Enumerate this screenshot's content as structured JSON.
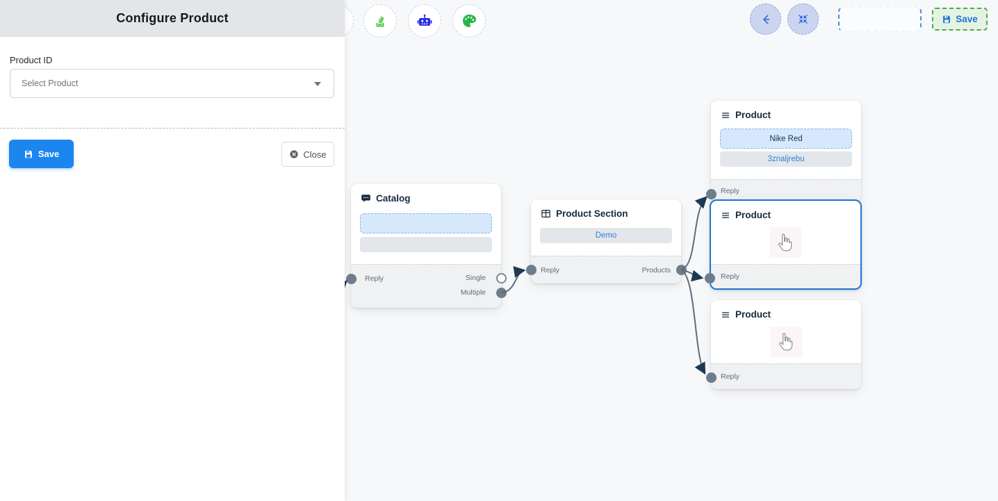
{
  "panel": {
    "title": "Configure Product",
    "field_label": "Product ID",
    "select_placeholder": "Select Product",
    "save_label": "Save",
    "close_label": "Close"
  },
  "topbar": {
    "save_label": "Save",
    "icons": [
      "layers-icon",
      "robot-icon",
      "palette-icon",
      "back-arrow-icon",
      "compress-icon"
    ]
  },
  "nodes": {
    "catalog": {
      "title": "Catalog",
      "reply_label": "Reply",
      "single_label": "Single",
      "multiple_label": "Multiple"
    },
    "product_section": {
      "title": "Product Section",
      "button_label": "Demo",
      "reply_label": "Reply",
      "products_label": "Products"
    },
    "product1": {
      "title": "Product",
      "option1": "Nike Red",
      "option2": "3znaljrebu",
      "reply_label": "Reply"
    },
    "product2": {
      "title": "Product",
      "reply_label": "Reply"
    },
    "product3": {
      "title": "Product",
      "reply_label": "Reply"
    }
  },
  "colors": {
    "accent_blue": "#1b86ee",
    "selected_node_border": "#1b75d8",
    "edge": "#5d6c7b",
    "arrowhead": "#1c3954",
    "handle": "#6e7d8c",
    "canvas_bg": "#f7f8fa",
    "panel_header_bg": "#e4e5e9",
    "node_footer_bg": "#eff1f3",
    "save_top_bg": "#e3f4e3",
    "save_top_border": "#55a555",
    "link_blue": "#2e7fd9",
    "option_blue_bg": "#d6e9fc",
    "option_gray_bg": "#e3e7eb"
  }
}
